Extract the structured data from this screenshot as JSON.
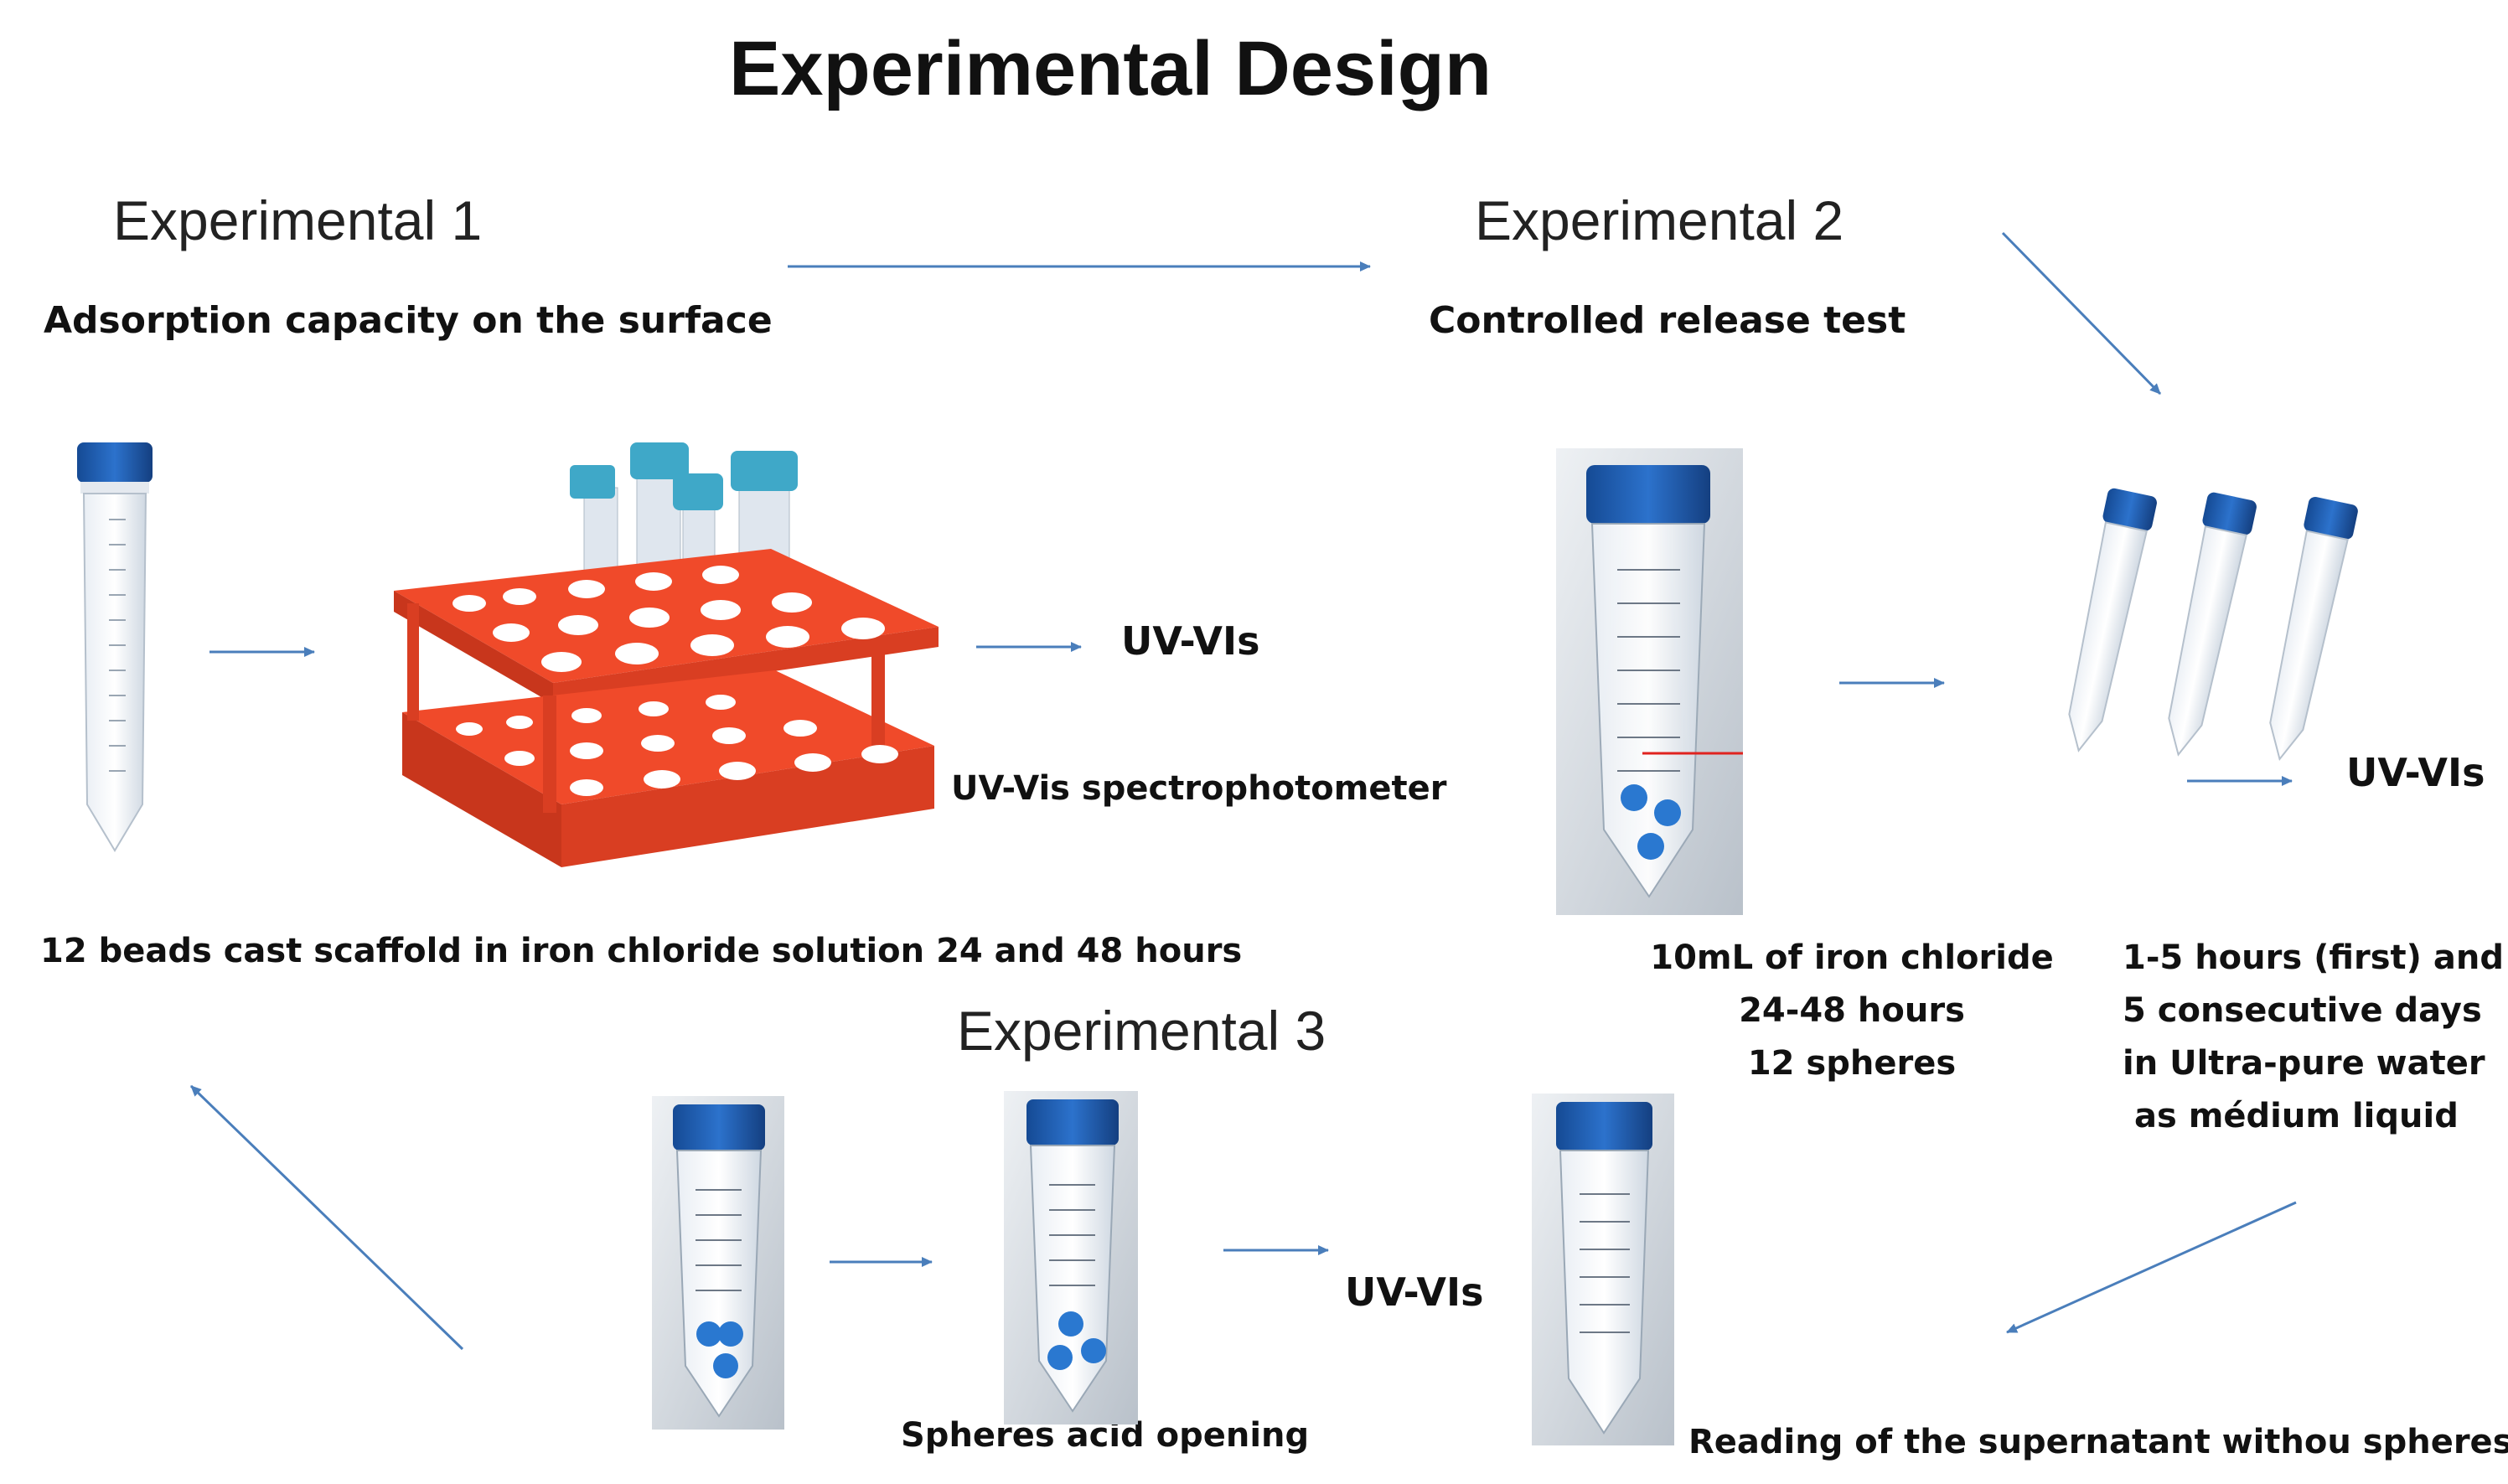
{
  "title": "Experimental Design",
  "exp1": {
    "heading": "Experimental 1",
    "subtitle": "Adsorption capacity on the surface",
    "uv_label": "UV-VIs",
    "instrument": "UV-Vis spectrophotometer",
    "caption": "12 beads cast scaffold in iron chloride solution  24 and  48 hours"
  },
  "exp2": {
    "heading": "Experimental 2",
    "subtitle": "Controlled release test",
    "uv_label": "UV-VIs",
    "caption_left": [
      "10mL of iron chloride",
      "24-48 hours",
      "12 spheres"
    ],
    "caption_right": [
      "1-5 hours  (first)  and",
      "5 consecutive days",
      "in Ultra-pure  water",
      "as médium liquid"
    ]
  },
  "exp3": {
    "heading": "Experimental 3",
    "uv_label": "UV-VIs",
    "caption_acid": "Spheres acid opening",
    "caption_reading": "Reading of the supernatant  withou spheres"
  },
  "colors": {
    "arrow": "#4a7ebb",
    "rack": "#f04a2a",
    "cap_blue": "#1e5fb0",
    "cap_teal": "#3fa8c8",
    "sphere": "#2a78d0",
    "panel_bg": "#d8dde3"
  },
  "icons": [
    "tube-icon",
    "rack-icon",
    "sphere-icon",
    "arrow-icon"
  ]
}
